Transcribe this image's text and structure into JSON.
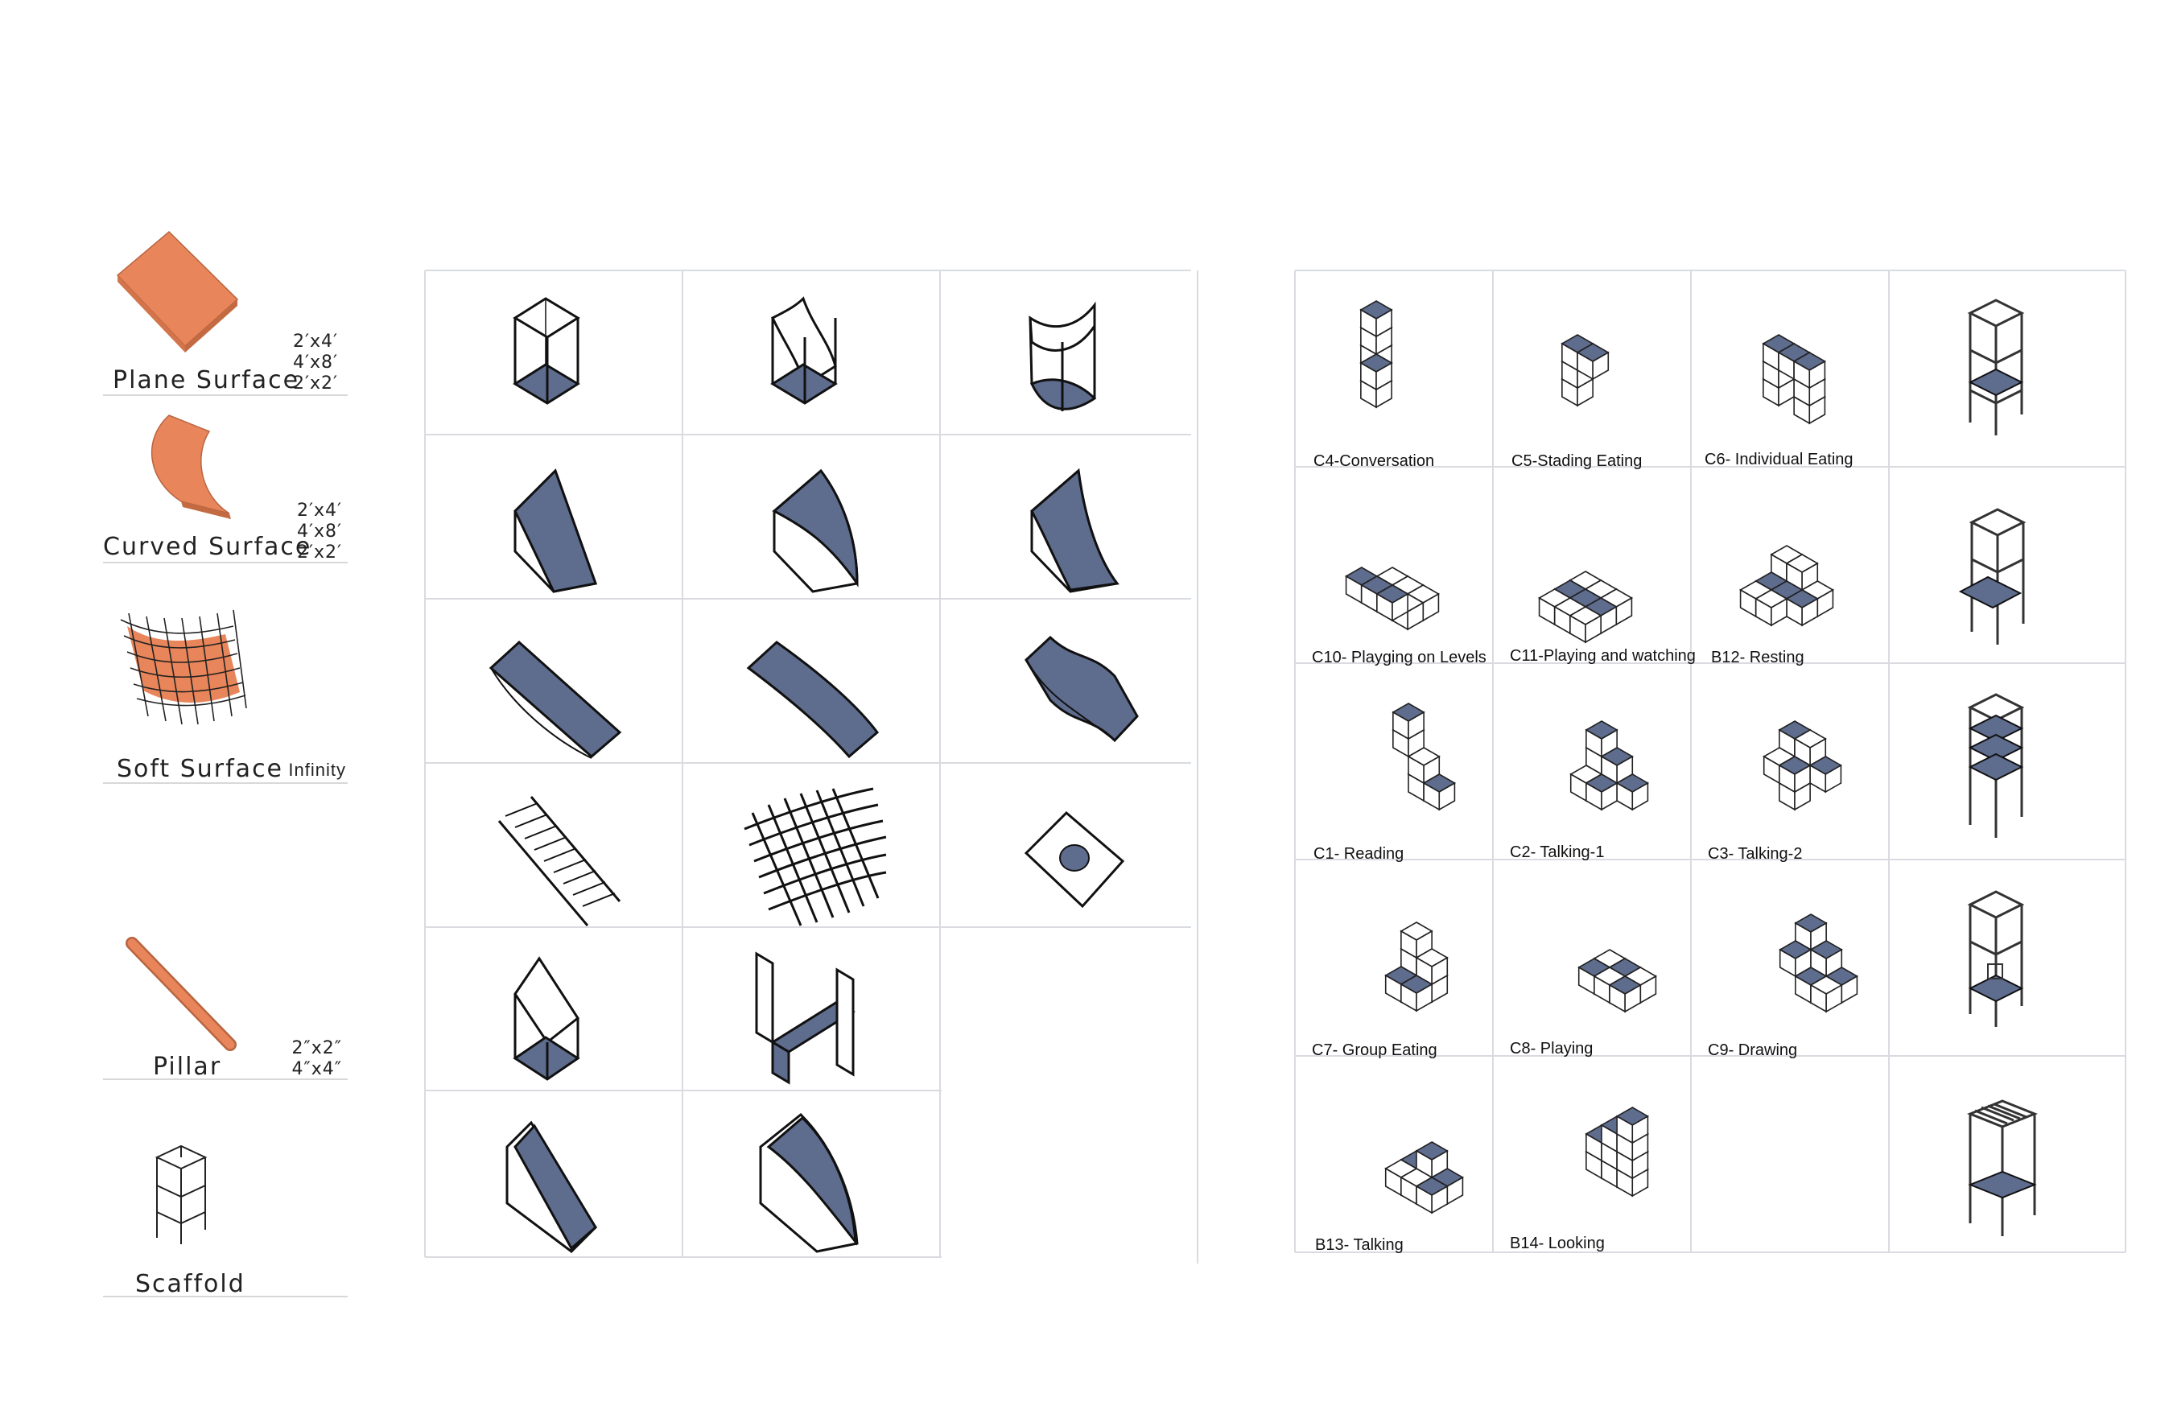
{
  "colors": {
    "accent_orange": "#E8855A",
    "tile_blue": "#5E6C8E",
    "grid_line": "#d9dbe0",
    "stroke": "#111111"
  },
  "legend": {
    "plane": {
      "name": "Plane Surface",
      "sizes": [
        "2′x4′",
        "4′x8′",
        "2′x2′"
      ],
      "icon": "plane-surface-icon"
    },
    "curved": {
      "name": "Curved Surface",
      "sizes": [
        "2′x4′",
        "4′x8′",
        "2′x2′"
      ],
      "icon": "curved-surface-icon"
    },
    "soft": {
      "name": "Soft Surface",
      "sizes": [
        "Infinity"
      ],
      "icon": "soft-surface-icon"
    },
    "pillar": {
      "name": "Pillar",
      "sizes": [
        "2″x2″",
        "4″x4″"
      ],
      "icon": "pillar-icon"
    },
    "scaffold": {
      "name": "Scaffold",
      "sizes": [],
      "icon": "scaffold-icon"
    }
  },
  "activity_labels": [
    "C4-Conversation",
    "C5-Stading Eating",
    "C6- Individual Eating",
    "C10- Playging on Levels",
    "C11-Playing and watching",
    "B12- Resting",
    "C1- Reading",
    "C2- Talking-1",
    "C3- Talking-2",
    "C7- Group Eating",
    "C8- Playing",
    "C9- Drawing",
    "B13- Talking",
    "B14- Looking"
  ]
}
